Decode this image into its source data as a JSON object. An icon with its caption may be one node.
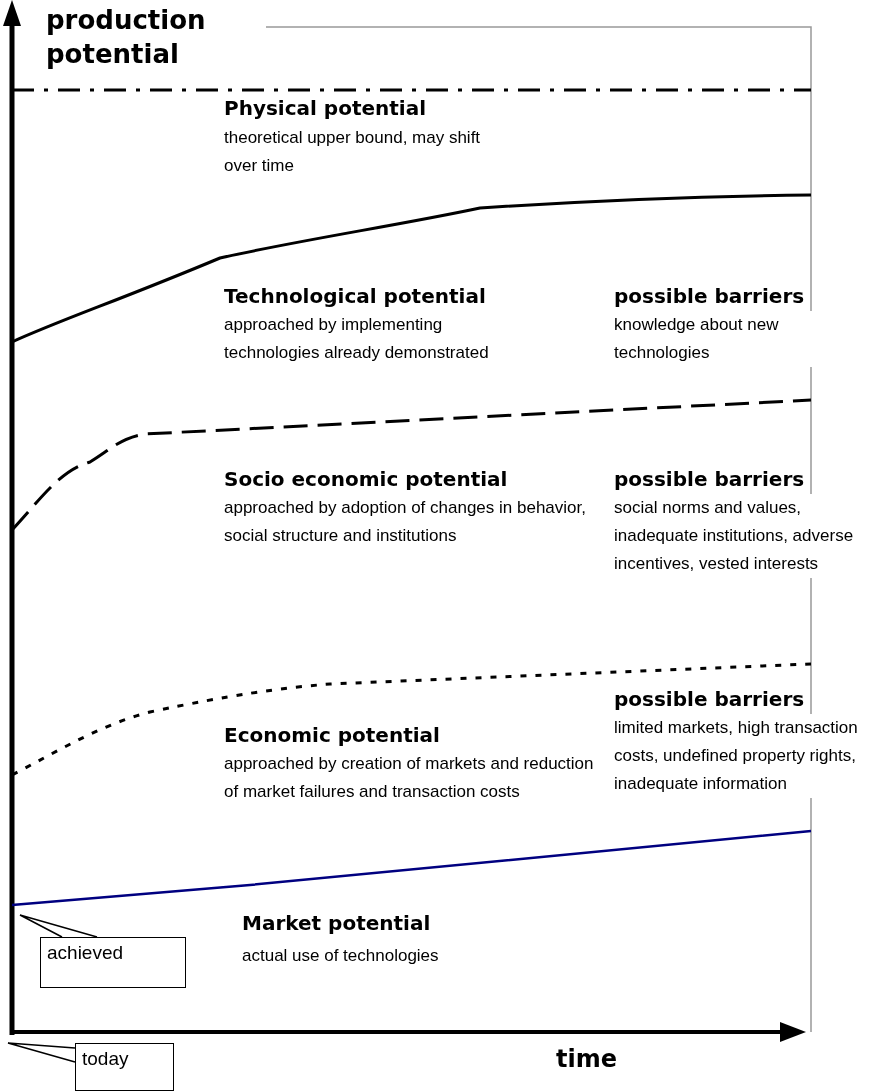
{
  "diagram": {
    "nodes": [
      {
        "text": [
          "achieved"
        ]
      },
      {
        "text": [
          "today"
        ]
      }
    ],
    "edges": [
      {
        "from": 0,
        "to": null,
        "arrow": "none"
      },
      {
        "from": 1,
        "to": null,
        "arrow": "none"
      }
    ],
    "labels": [
      "production potential",
      "Physical potential",
      "theoretical upper bound, may shift over time",
      "Technological potential",
      "approached by implementing technologies already demonstrated",
      "possible barriers",
      "knowledge about new technologies",
      "Socio economic potential",
      "approached by adoption of changes in behavior, social structure and institutions",
      "possible barriers",
      "social norms and values, inadequate institutions, adverse incentives, vested interests",
      "Economic potential",
      "approached by creation of markets and reduction of market failures and transaction costs",
      "possible barriers",
      "limited markets, high transaction costs, undefined property rights, inadequate information",
      "Market potential",
      "actual use of technologies",
      "time"
    ]
  }
}
